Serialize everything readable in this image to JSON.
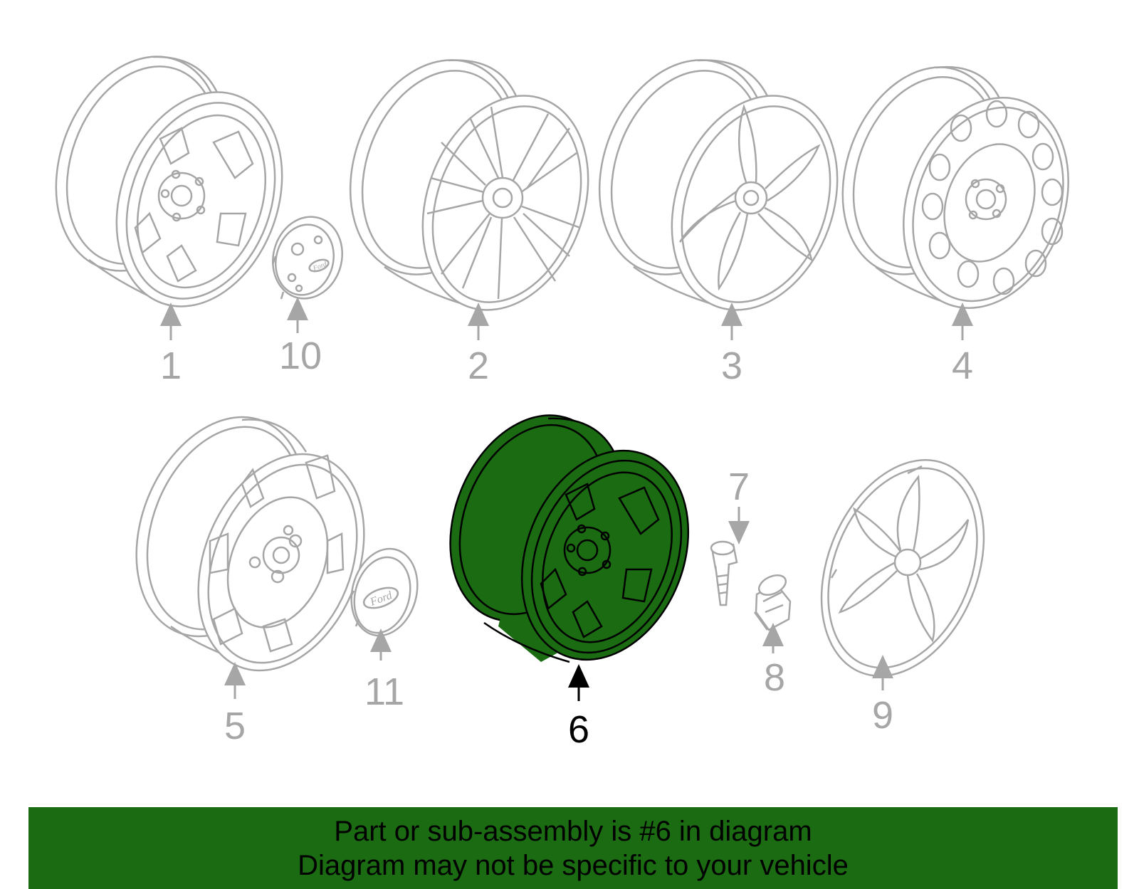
{
  "highlight_color": "#1a6b12",
  "line_color": "#a6a6a6",
  "labels": {
    "p1": "1",
    "p2": "2",
    "p3": "3",
    "p4": "4",
    "p5": "5",
    "p6": "6",
    "p7": "7",
    "p8": "8",
    "p9": "9",
    "p10": "10",
    "p11": "11"
  },
  "logo_text": "Ford",
  "banner": {
    "line1": "Part or sub-assembly is #6 in diagram",
    "line2": "Diagram may not be specific to your vehicle"
  }
}
